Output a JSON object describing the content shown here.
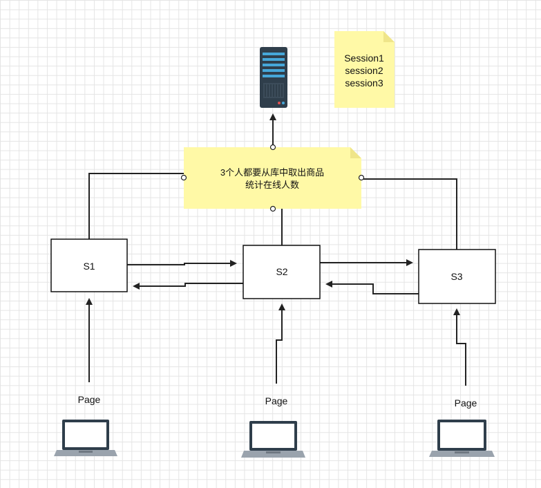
{
  "diagram": {
    "note_main": {
      "line1": "3个人都要从库中取出商品",
      "line2": "统计在线人数"
    },
    "note_session": {
      "line1": "Session1",
      "line2": "session2",
      "line3": "session3"
    },
    "servers": [
      {
        "label": "S1"
      },
      {
        "label": "S2"
      },
      {
        "label": "S3"
      }
    ],
    "pages": [
      {
        "label": "Page"
      },
      {
        "label": "Page"
      },
      {
        "label": "Page"
      }
    ],
    "icons": {
      "database": "server-rack-icon",
      "client": "laptop-icon"
    },
    "colors": {
      "note": "#fff9a6",
      "line": "#222222",
      "server_dark": "#2f3e4b",
      "server_accent": "#46a7d9",
      "laptop_body": "#9aa3ad"
    }
  }
}
